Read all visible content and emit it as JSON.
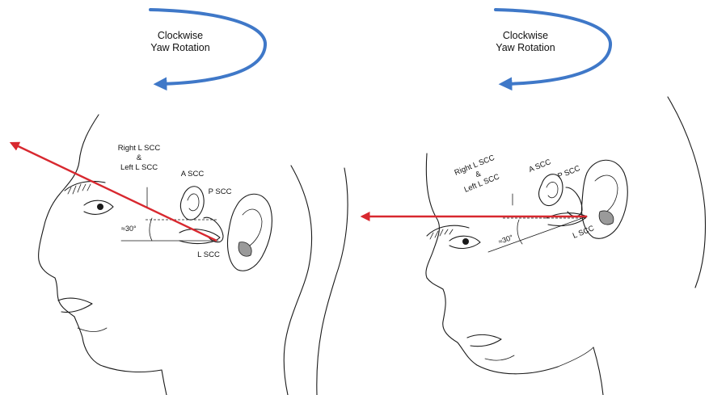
{
  "panels": [
    {
      "rotation_label_line1": "Clockwise",
      "rotation_label_line2": "Yaw Rotation",
      "label_right_lscc": "Right L SCC",
      "label_amp": "&",
      "label_left_lscc": "Left L SCC",
      "label_ascc": "A SCC",
      "label_pscc": "P SCC",
      "label_lscc": "L SCC",
      "angle_label": "≈30°"
    },
    {
      "rotation_label_line1": "Clockwise",
      "rotation_label_line2": "Yaw Rotation",
      "label_right_lscc": "Right L SCC",
      "label_amp": "&",
      "label_left_lscc": "Left L SCC",
      "label_ascc": "A SCC",
      "label_pscc": "P SCC",
      "label_lscc": "L SCC",
      "angle_label": "≈30°"
    }
  ],
  "colors": {
    "arrow_rotation": "#3f78c8",
    "arrow_axis": "#d8282f",
    "line_art": "#1a1a1a"
  }
}
